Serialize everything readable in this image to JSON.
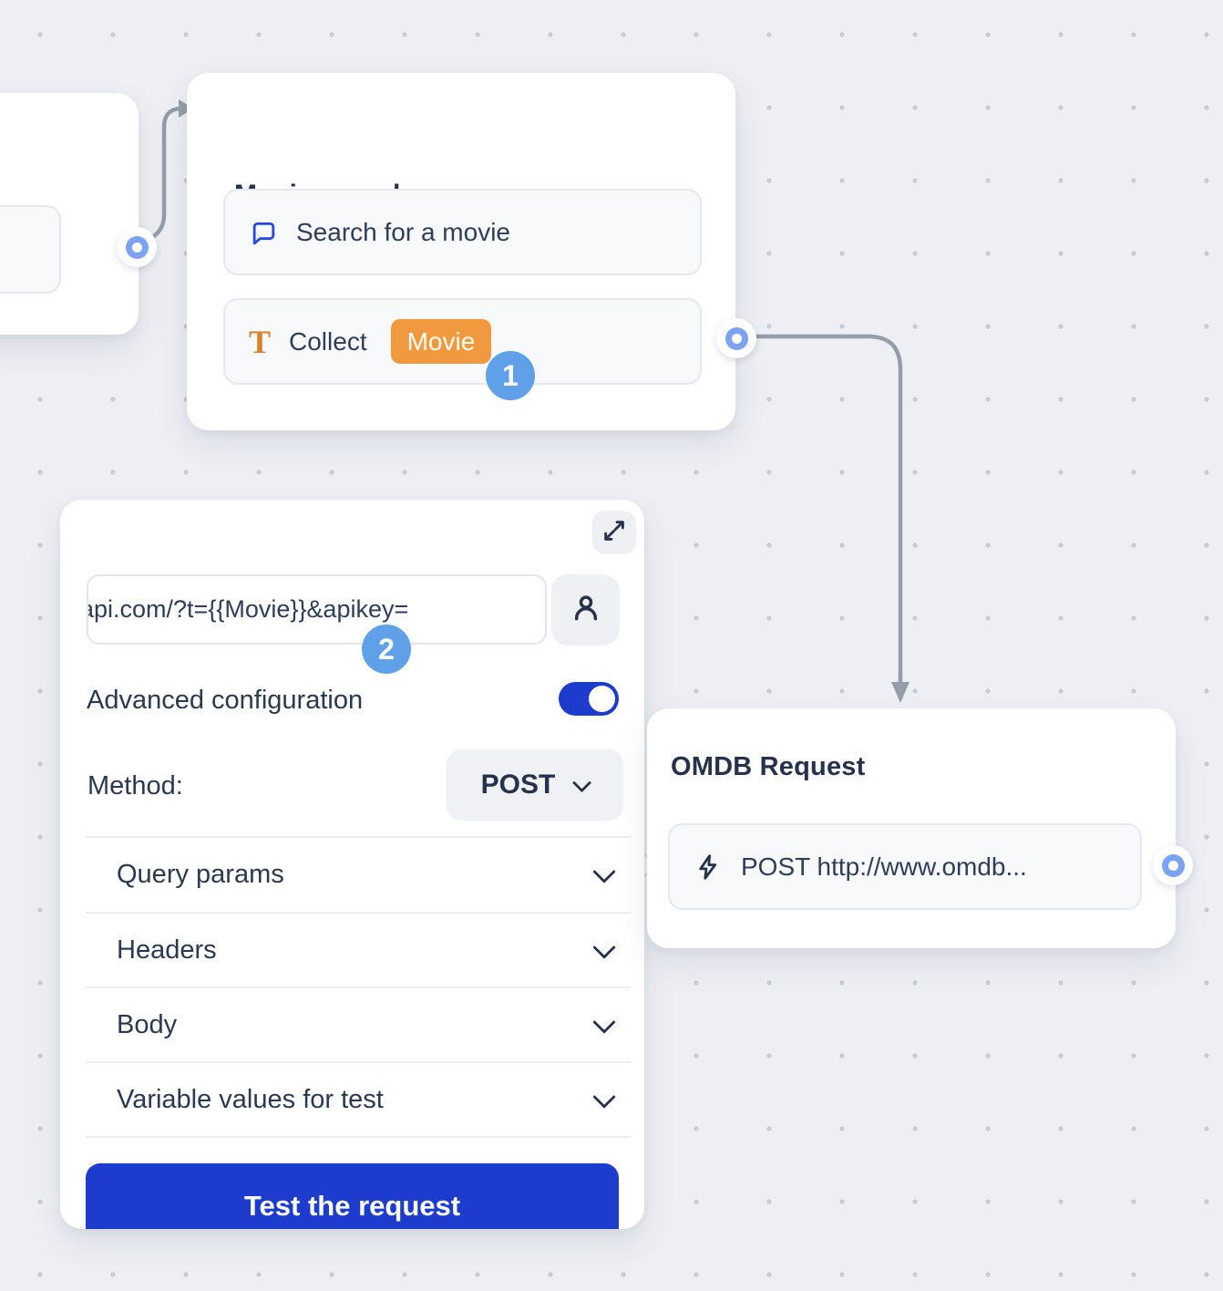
{
  "colors": {
    "background": "#edeff4",
    "grid_dot": "#c4cad6",
    "card": "#ffffff",
    "row_background": "#f8f9fb",
    "row_border": "#e5e8ee",
    "navy_text": "#26324c",
    "accent_blue": "#1d3ccd",
    "port_blue": "#7ca2f4",
    "step_badge_blue": "#5fa0e8",
    "variable_orange": "#f0993e",
    "connector_gray": "#969daa"
  },
  "nodes": {
    "movie_search": {
      "title": "Movie search",
      "message_row": {
        "icon": "chat-bubble-icon",
        "label": "Search for a movie"
      },
      "collect_row": {
        "icon": "text-icon",
        "icon_letter": "T",
        "label": "Collect",
        "variable": "Movie"
      },
      "step_badge": "1"
    },
    "omdb_request": {
      "title": "OMDB Request",
      "request_row": {
        "icon": "lightning-icon",
        "label": "POST http://www.omdb..."
      }
    }
  },
  "editor": {
    "expand_icon": "expand-icon",
    "url_input": {
      "value": "api.com/?t={{Movie}}&apikey="
    },
    "user_button_icon": "person-icon",
    "step_badge": "2",
    "advanced_configuration_label": "Advanced configuration",
    "advanced_configuration_enabled": true,
    "method_label": "Method:",
    "method_value": "POST",
    "sections": [
      {
        "label": "Query params"
      },
      {
        "label": "Headers"
      },
      {
        "label": "Body"
      },
      {
        "label": "Variable values for test"
      }
    ],
    "test_button_label": "Test the request"
  }
}
